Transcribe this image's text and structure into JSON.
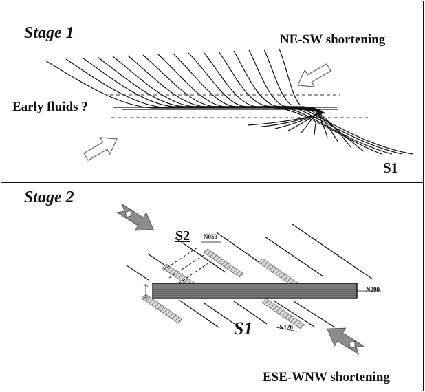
{
  "stage1": {
    "title": "Stage 1",
    "shortening_label": "NE-SW shortening",
    "fluids_label": "Early fluids ?",
    "foliation_label": "S1"
  },
  "stage2": {
    "title": "Stage 2",
    "s2_label": "S2",
    "s1_label": "S1",
    "orientation_n050": "N050",
    "orientation_n090": "N090",
    "orientation_n120": "N120",
    "shortening_label": "ESE-WNW shortening"
  }
}
